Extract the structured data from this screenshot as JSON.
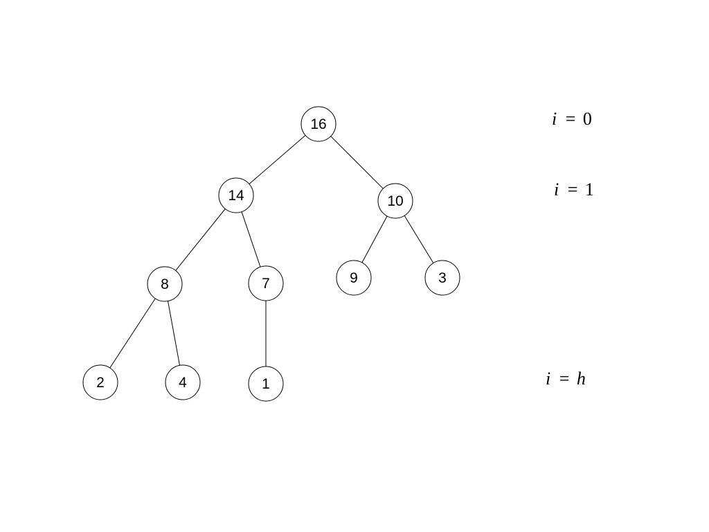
{
  "tree": {
    "nodes": [
      {
        "id": "n16",
        "value": "16"
      },
      {
        "id": "n14",
        "value": "14"
      },
      {
        "id": "n10",
        "value": "10"
      },
      {
        "id": "n8",
        "value": "8"
      },
      {
        "id": "n7",
        "value": "7"
      },
      {
        "id": "n9",
        "value": "9"
      },
      {
        "id": "n3",
        "value": "3"
      },
      {
        "id": "n2",
        "value": "2"
      },
      {
        "id": "n4",
        "value": "4"
      },
      {
        "id": "n1",
        "value": "1"
      }
    ],
    "edges": [
      [
        "n16",
        "n14"
      ],
      [
        "n16",
        "n10"
      ],
      [
        "n14",
        "n8"
      ],
      [
        "n14",
        "n7"
      ],
      [
        "n10",
        "n9"
      ],
      [
        "n10",
        "n3"
      ],
      [
        "n8",
        "n2"
      ],
      [
        "n8",
        "n4"
      ],
      [
        "n7",
        "n1"
      ]
    ]
  },
  "levels": [
    {
      "var": "i",
      "eq": "=",
      "value": "0",
      "value_italic": false
    },
    {
      "var": "i",
      "eq": "=",
      "value": "1",
      "value_italic": false
    },
    {
      "var": "i",
      "eq": "=",
      "value": "h",
      "value_italic": true
    }
  ]
}
